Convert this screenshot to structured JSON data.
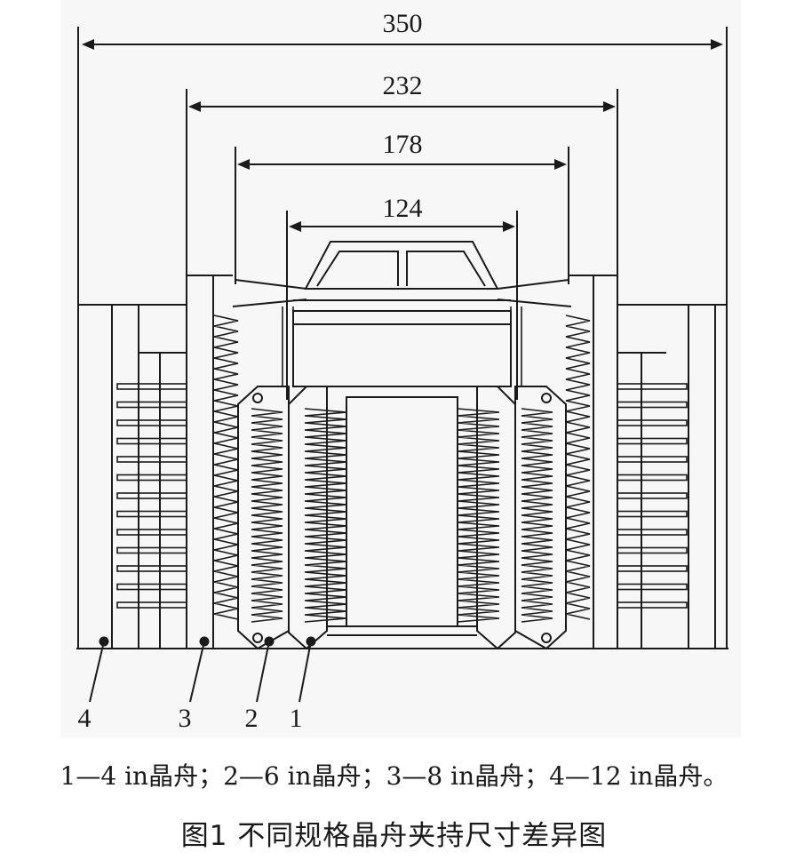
{
  "figure": {
    "dimensions": [
      "350",
      "232",
      "178",
      "124"
    ],
    "callouts": [
      "4",
      "3",
      "2",
      "1"
    ],
    "legend": "1—4  in晶舟；2—6  in晶舟；3—8  in晶舟；4—12  in晶舟。",
    "caption": "图1   不同规格晶舟夹持尺寸差异图",
    "line_color": "#1a1a1a",
    "panel_color": "#f7f7f7"
  }
}
